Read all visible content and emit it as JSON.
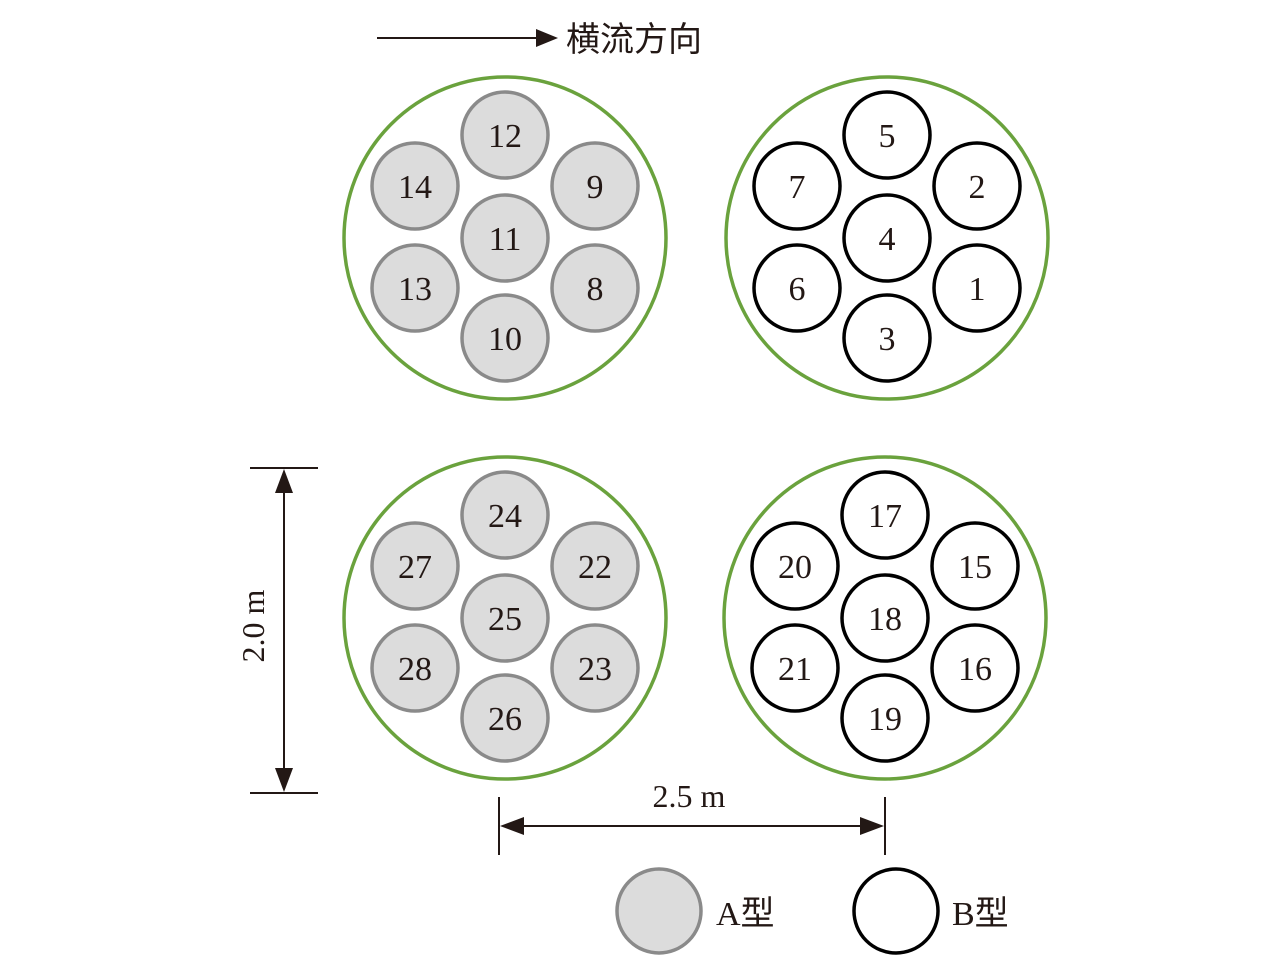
{
  "flow_label": "横流方向",
  "dimensions": {
    "vertical_label": "2.0 m",
    "horizontal_label": "2.5 m"
  },
  "groups": [
    {
      "name": "top-left",
      "type": "A",
      "piles": [
        "12",
        "14",
        "9",
        "11",
        "13",
        "8",
        "10"
      ]
    },
    {
      "name": "top-right",
      "type": "B",
      "piles": [
        "5",
        "7",
        "2",
        "4",
        "6",
        "1",
        "3"
      ]
    },
    {
      "name": "bottom-left",
      "type": "A",
      "piles": [
        "24",
        "27",
        "22",
        "25",
        "28",
        "23",
        "26"
      ]
    },
    {
      "name": "bottom-right",
      "type": "B",
      "piles": [
        "17",
        "20",
        "15",
        "18",
        "21",
        "16",
        "19"
      ]
    }
  ],
  "legend": {
    "a_label": "A型",
    "b_label": "B型"
  },
  "colors": {
    "ring": "#6aa23d",
    "pile_a_fill": "#dcdcdc",
    "pile_a_stroke": "#8a8a8a",
    "pile_b_fill": "#ffffff",
    "pile_b_stroke": "#000000",
    "text": "#231815"
  }
}
